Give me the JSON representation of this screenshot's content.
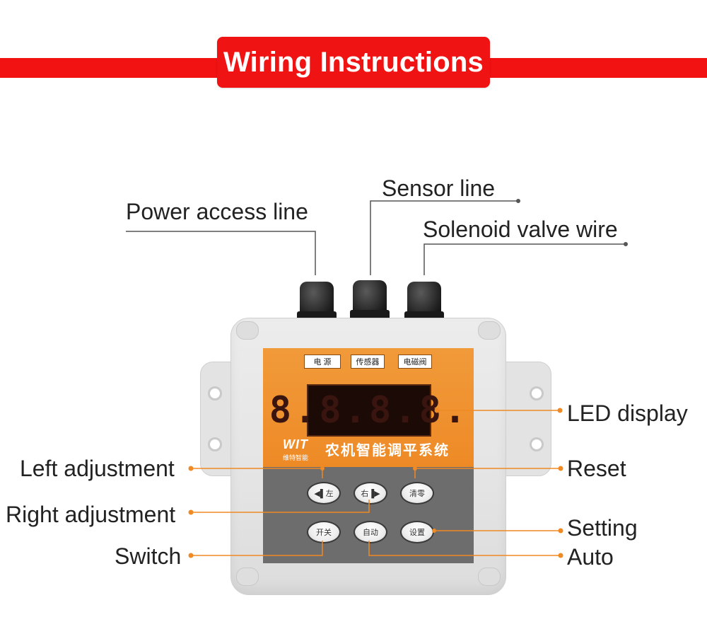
{
  "banner": {
    "title": "Wiring Instructions"
  },
  "callouts": {
    "power": "Power access line",
    "sensor": "Sensor line",
    "solenoid": "Solenoid valve wire",
    "led": "LED display",
    "left_adj": "Left adjustment",
    "right_adj": "Right adjustment",
    "switch": "Switch",
    "reset": "Reset",
    "setting": "Setting",
    "auto": "Auto"
  },
  "device": {
    "tags": [
      "电 源",
      "传感器",
      "电磁阀"
    ],
    "display": "8.8.8.8.",
    "brand_logo": "WIT",
    "brand_sub": "维特智能",
    "system_name": "农机智能调平系统",
    "buttons": {
      "left": "◀▌左",
      "right": "右▐▶",
      "reset": "清零",
      "switch": "开关",
      "auto": "自动",
      "setting": "设置"
    }
  },
  "colors": {
    "banner": "#f21212",
    "panel_orange": "#ee8a26",
    "panel_gray": "#6d6d6d",
    "leader_orange": "#f08a24"
  }
}
